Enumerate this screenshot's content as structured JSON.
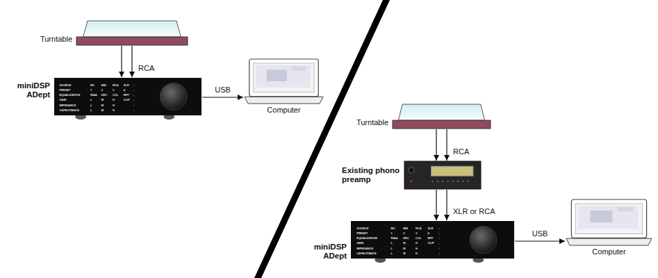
{
  "diagram": {
    "nodes": [
      {
        "text": [
          "Turntable"
        ]
      },
      {
        "text": [
          "miniDSP ADept"
        ]
      },
      {
        "text": [
          "Computer"
        ]
      },
      {
        "text": [
          "Turntable"
        ]
      },
      {
        "text": [
          "Existing phono preamp"
        ]
      },
      {
        "text": [
          "miniDSP ADept"
        ]
      },
      {
        "text": [
          "Computer"
        ]
      }
    ],
    "edges": [
      {
        "from": 0,
        "to": 1,
        "arrow": "to"
      },
      {
        "from": 0,
        "to": 1,
        "label": "RCA",
        "arrow": "to"
      },
      {
        "from": 1,
        "to": 2,
        "label": "USB",
        "arrow": "to"
      },
      {
        "from": 3,
        "to": 4,
        "arrow": "to"
      },
      {
        "from": 3,
        "to": 4,
        "label": "RCA",
        "arrow": "to"
      },
      {
        "from": 4,
        "to": 5,
        "arrow": "to"
      },
      {
        "from": 4,
        "to": 5,
        "label": "XLR or RCA",
        "arrow": "to"
      },
      {
        "from": 5,
        "to": 6,
        "label": "USB",
        "arrow": "to"
      }
    ],
    "labels": [
      "SOURCE",
      "MC",
      "MM",
      "RCA",
      "XLR",
      "PRESET",
      "1",
      "2",
      "3",
      "4",
      "EQUALIZATION",
      "RIAA",
      "DEC",
      "COL",
      "NPF",
      "GAIN",
      "L",
      "M",
      "H",
      "CLIP",
      "IMPEDANCE",
      "L",
      "M",
      "H",
      "CAPACITANCE",
      "L",
      "M",
      "H",
      "SOURCE",
      "MC",
      "MM",
      "RCA",
      "XLR",
      "PRESET",
      "1",
      "2",
      "3",
      "4",
      "EQUALIZATION",
      "RIAA",
      "DEC",
      "COL",
      "NPF",
      "GAIN",
      "L",
      "M",
      "H",
      "CLIP",
      "IMPEDANCE",
      "L",
      "M",
      "H",
      "CAPACITANCE",
      "L",
      "M",
      "H"
    ]
  }
}
